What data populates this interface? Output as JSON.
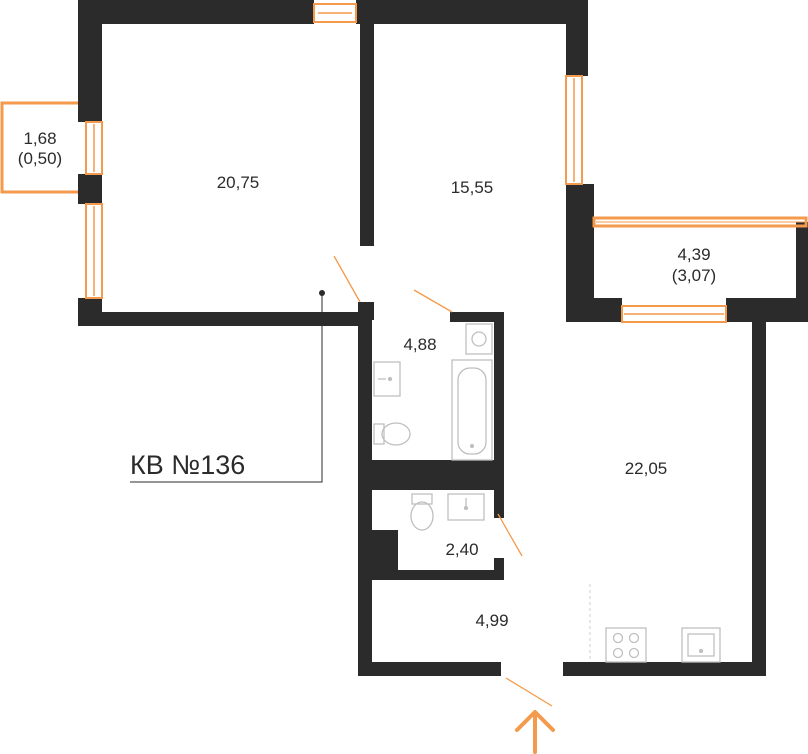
{
  "apartment": {
    "label": "КВ №136"
  },
  "rooms": [
    {
      "id": "room-1",
      "area": "20,75"
    },
    {
      "id": "room-2",
      "area": "15,55"
    },
    {
      "id": "kitchen",
      "area": "22,05"
    },
    {
      "id": "bathroom",
      "area": "4,88"
    },
    {
      "id": "toilet",
      "area": "2,40"
    },
    {
      "id": "hall",
      "area": "4,99"
    },
    {
      "id": "balcony",
      "area": "4,39",
      "reduced": "(3,07)"
    },
    {
      "id": "loggia",
      "area": "1,68",
      "reduced": "(0,50)"
    }
  ],
  "colors": {
    "wall": "#2b2b2b",
    "accent": "#f39a4c",
    "fixture": "#bfbfbf",
    "background": "#ffffff"
  },
  "entrance": {
    "icon": "arrow-up-icon"
  }
}
